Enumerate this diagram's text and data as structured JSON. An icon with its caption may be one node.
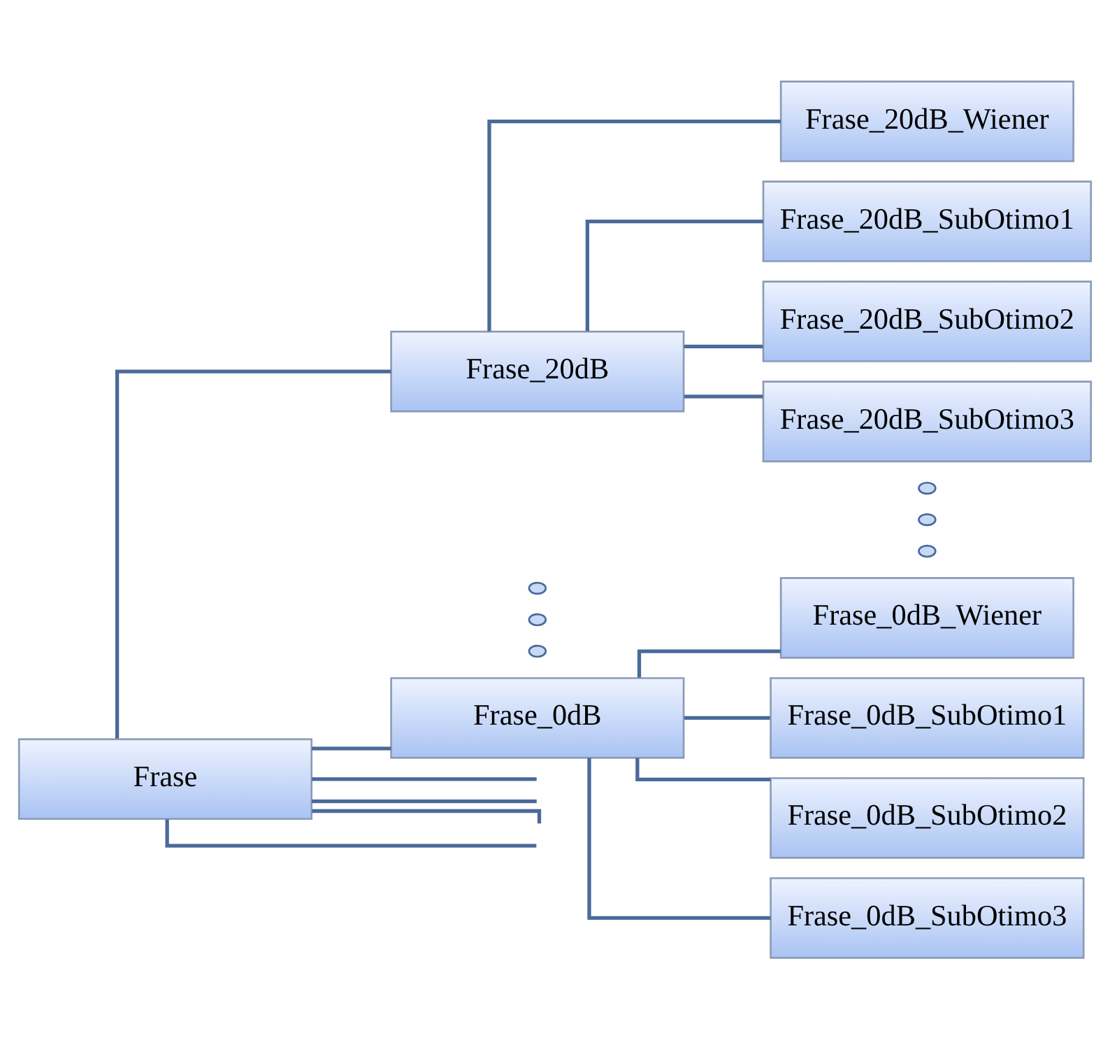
{
  "diagram": {
    "nodes": [
      {
        "text": [
          "Frase"
        ]
      },
      {
        "text": [
          "Frase_20dB"
        ]
      },
      {
        "text": [
          "Frase_20dB_Wiener"
        ]
      },
      {
        "text": [
          "Frase_20dB_SubOtimo1"
        ]
      },
      {
        "text": [
          "Frase_20dB_SubOtimo2"
        ]
      },
      {
        "text": [
          "Frase_20dB_SubOtimo3"
        ]
      },
      {
        "text": [],
        "shape": "ellipse"
      },
      {
        "text": [],
        "shape": "ellipse"
      },
      {
        "text": [],
        "shape": "ellipse"
      },
      {
        "text": [],
        "shape": "ellipse"
      },
      {
        "text": [],
        "shape": "ellipse"
      },
      {
        "text": [],
        "shape": "ellipse"
      },
      {
        "text": [
          "Frase_0dB"
        ]
      },
      {
        "text": [
          "Frase_0dB_Wiener"
        ]
      },
      {
        "text": [
          "Frase_0dB_SubOtimo1"
        ]
      },
      {
        "text": [
          "Frase_0dB_SubOtimo2"
        ]
      },
      {
        "text": [
          "Frase_0dB_SubOtimo3"
        ]
      }
    ],
    "edges": [
      {
        "from": 0,
        "to": 1,
        "arrow": "none"
      },
      {
        "from": 0,
        "to": null,
        "arrow": "none"
      },
      {
        "from": 0,
        "to": null,
        "arrow": "none"
      },
      {
        "from": 0,
        "to": null,
        "arrow": "none"
      },
      {
        "from": 0,
        "to": null,
        "arrow": "none"
      },
      {
        "from": 0,
        "to": 12,
        "arrow": "none"
      },
      {
        "from": 1,
        "to": 2,
        "arrow": "none"
      },
      {
        "from": 1,
        "to": 3,
        "arrow": "none"
      },
      {
        "from": 1,
        "to": 4,
        "arrow": "none"
      },
      {
        "from": 1,
        "to": 5,
        "arrow": "none"
      },
      {
        "from": 12,
        "to": 13,
        "arrow": "none"
      },
      {
        "from": 12,
        "to": 14,
        "arrow": "none"
      },
      {
        "from": 12,
        "to": 15,
        "arrow": "none"
      },
      {
        "from": 12,
        "to": 16,
        "arrow": "none"
      }
    ]
  }
}
